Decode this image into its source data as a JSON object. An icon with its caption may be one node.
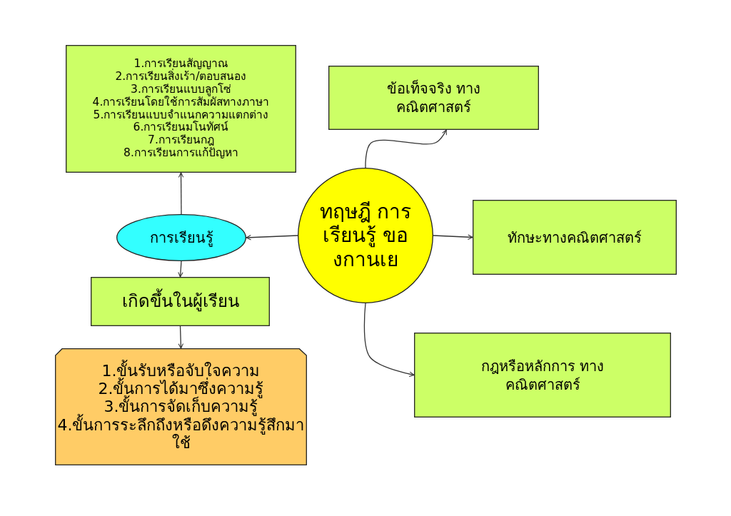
{
  "diagram": {
    "nodes": [
      {
        "text": [
          "1.การเรียนสัญญาณ",
          "2.การเรียนสิ่งเร้า/ตอบสนอง",
          "3.การเรียนแบบลูกโซ่",
          "4.การเรียนโดยใช้การสัมผัสทางภาษา",
          "5.การเรียนแบบจำแนกความแตกต่าง",
          "6.การเรียนมโนทัศน์",
          "7.การเรียนกฎ",
          "8.การเรียนการแก้ปัญหา"
        ]
      },
      {
        "text": [
          "การเรียนรู้"
        ]
      },
      {
        "text": [
          "เกิดขึ้นในผู้เรียน"
        ]
      },
      {
        "text": [
          "1.ขั้นรับหรือจับใจความ",
          "2.ขั้นการได้มาซึ่งความรู้",
          "3.ขั้นการจัดเก็บความรู้",
          "4.ขั้นการระลึกถึงหรือดึงความรู้สึกมาใช้"
        ]
      },
      {
        "text": [
          "ทฤษฎี การเรียนรู้ ของกานเย"
        ]
      },
      {
        "text": [
          "ข้อเท็จจริง ทางคณิตศาสตร์"
        ]
      },
      {
        "text": [
          "ทักษะทางคณิตศาสตร์"
        ]
      },
      {
        "text": [
          "กฎหรือหลักการ ทางคณิตศาสตร์"
        ]
      }
    ],
    "edges": [
      {
        "from": 4,
        "to": 1,
        "arrow": "to"
      },
      {
        "from": 1,
        "to": 0,
        "arrow": "to"
      },
      {
        "from": 1,
        "to": 2,
        "arrow": "to"
      },
      {
        "from": 2,
        "to": 3,
        "arrow": "to"
      },
      {
        "from": 4,
        "to": 5,
        "arrow": "to"
      },
      {
        "from": 4,
        "to": 6,
        "arrow": "to"
      },
      {
        "from": 4,
        "to": 7,
        "arrow": "to"
      }
    ]
  }
}
